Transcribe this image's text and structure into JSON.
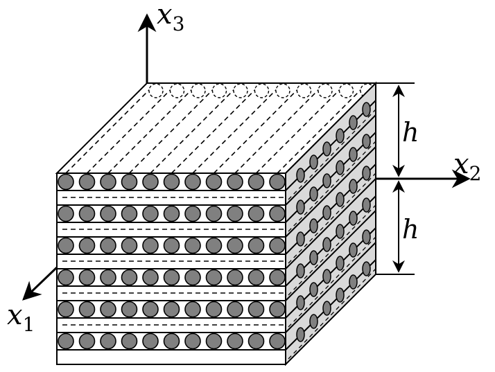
{
  "labels": {
    "x3": {
      "base": "x",
      "sub": "3"
    },
    "x2": {
      "base": "x",
      "sub": "2"
    },
    "x1": {
      "base": "x",
      "sub": "1"
    },
    "h_top": "h",
    "h_bottom": "h"
  },
  "structure": {
    "layers": 6,
    "fibers_per_row": 11
  },
  "colors": {
    "fiber": "#808080",
    "side_face": "#d9d9d9",
    "line": "#000000"
  }
}
